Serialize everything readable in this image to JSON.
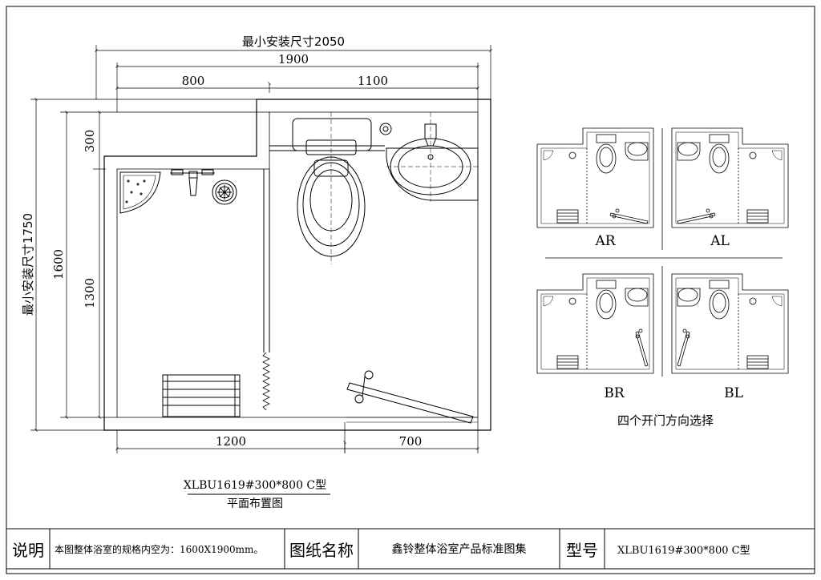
{
  "plan": {
    "dim_min_width": "最小安装尺寸2050",
    "dim_total": "1900",
    "dim_left": "800",
    "dim_right": "1100",
    "dim_min_height": "最小安装尺寸1750",
    "dim_1600": "1600",
    "dim_300": "300",
    "dim_1300": "1300",
    "dim_bottom_left": "1200",
    "dim_bottom_right": "700"
  },
  "plan_caption": {
    "model": "XLBU1619#300*800 C型",
    "name": "平面布置图"
  },
  "variants": {
    "items": [
      {
        "code": "AR"
      },
      {
        "code": "AL"
      },
      {
        "code": "BR"
      },
      {
        "code": "BL"
      }
    ],
    "caption": "四个开门方向选择"
  },
  "title_block": {
    "note_label": "说明",
    "note_text": "本图整体浴室的规格内空为：1600X1900mm。",
    "drawing_name_label": "图纸名称",
    "drawing_name": "鑫铃整体浴室产品标准图集",
    "model_label": "型号",
    "model_value": "XLBU1619#300*800 C型"
  }
}
